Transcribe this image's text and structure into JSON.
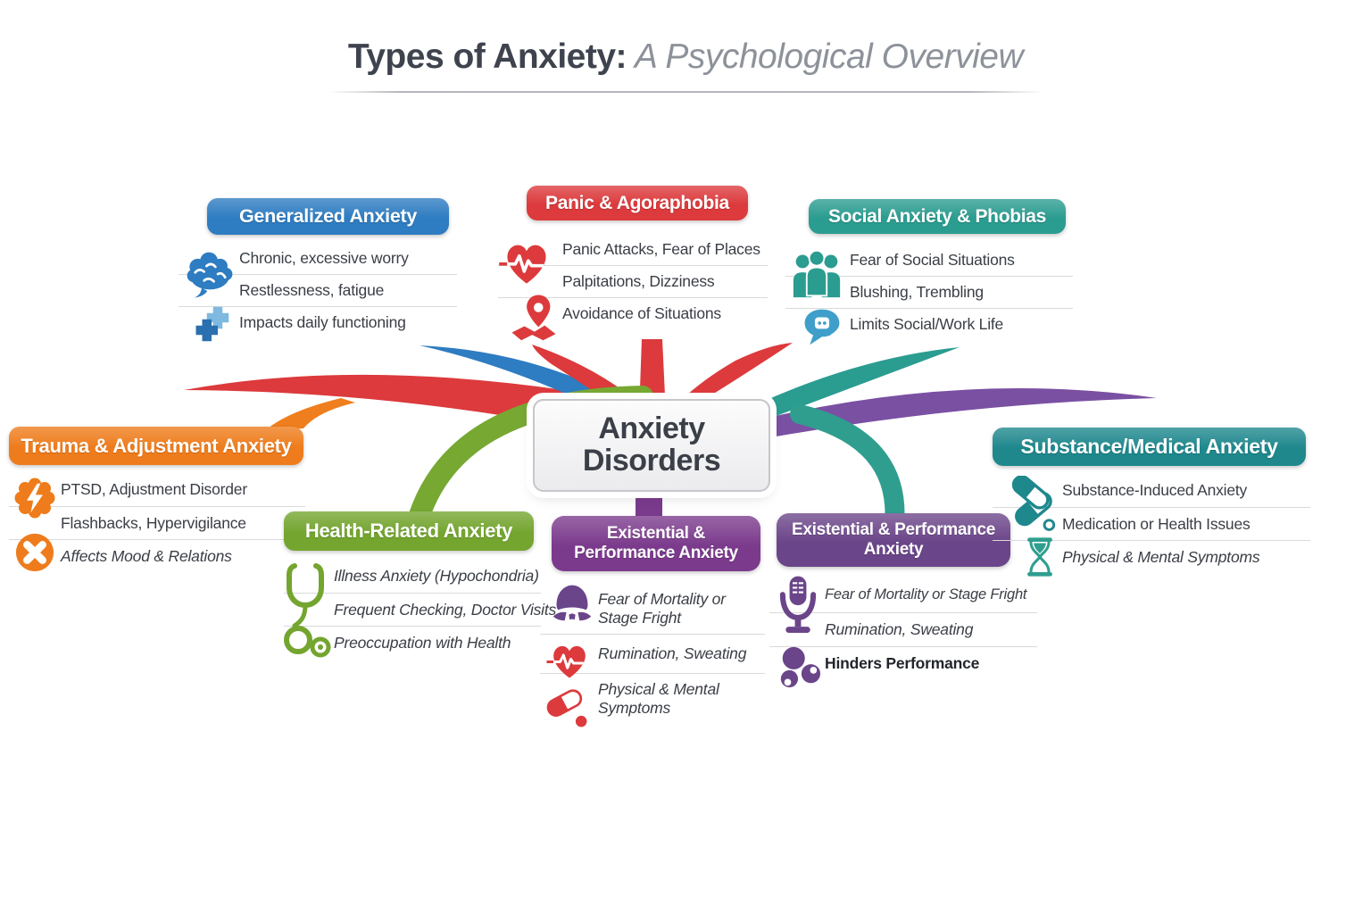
{
  "title": {
    "main": "Types of Anxiety:",
    "subtitle": " A Psychological Overview"
  },
  "center_node": {
    "line1": "Anxiety",
    "line2": "Disorders"
  },
  "branches": {
    "blue": "#2e7cc1",
    "red": "#dc3a3c",
    "orange": "#ef7e1e",
    "green": "#76a832",
    "teal_swoosh": "#2b9c90",
    "teal_arc": "#2f9e8f",
    "purple_swoosh": "#7a50a3",
    "purple_stem": "#7b3a8c"
  },
  "sections": {
    "generalized": {
      "header": "Generalized Anxiety",
      "color": "#2e7cc1",
      "items": [
        {
          "text": "Chronic, excessive worry",
          "icon": "brain-icon"
        },
        {
          "text": "Restlessness, fatigue",
          "icon": "brain-icon"
        },
        {
          "text": "Impacts daily functioning",
          "icon": "medical-cross-icon"
        }
      ]
    },
    "panic": {
      "header": "Panic & Agoraphobia",
      "color": "#dc3a3c",
      "items": [
        {
          "text": "Panic Attacks, Fear of Places",
          "icon": "heart-ekg-icon"
        },
        {
          "text": "Palpitations, Dizziness",
          "icon": "heart-ekg-icon"
        },
        {
          "text": "Avoidance of Situations",
          "icon": "map-pin-icon"
        }
      ]
    },
    "social": {
      "header": "Social Anxiety & Phobias",
      "color": "#2b9c90",
      "items": [
        {
          "text": "Fear of Social Situations",
          "icon": "people-group-icon"
        },
        {
          "text": "Blushing, Trembling",
          "icon": "people-group-icon"
        },
        {
          "text": "Limits Social/Work Life",
          "icon": "chat-bubble-icon"
        }
      ]
    },
    "trauma": {
      "header": "Trauma & Adjustment Anxiety",
      "color": "#ee7c1c",
      "items": [
        {
          "text": "PTSD, Adjustment Disorder",
          "icon": "lightning-burst-icon"
        },
        {
          "text": "Flashbacks, Hypervigilance",
          "icon": "lightning-burst-icon"
        },
        {
          "text": "Affects Mood & Relations",
          "icon": "x-circle-icon"
        }
      ]
    },
    "health": {
      "header": "Health-Related Anxiety",
      "color": "#74a52f",
      "items": [
        {
          "text": "Illness Anxiety (Hypochondria)",
          "icon": "stethoscope-icon"
        },
        {
          "text": "Frequent Checking, Doctor Visits",
          "icon": "stethoscope-icon"
        },
        {
          "text": "Preoccupation with Health",
          "icon": "stethoscope-icon"
        }
      ]
    },
    "existential_center": {
      "header": "Existential & Performance Anxiety",
      "color": "#7b3a8c",
      "items": [
        {
          "text": "Fear of Mortality or Stage Fright",
          "icon": "performer-mask-icon"
        },
        {
          "text": "Rumination, Sweating",
          "icon": "heart-ekg-icon"
        },
        {
          "text": "Physical & Mental Symptoms",
          "icon": "capsule-icon"
        }
      ]
    },
    "existential_right": {
      "header": "Existential & Performance Anxiety",
      "color": "#6b4589,",
      "color_fixed": "#6b4589",
      "items": [
        {
          "text": "Fear of Mortality or Stage Fright",
          "icon": "microphone-icon"
        },
        {
          "text": "Rumination, Sweating",
          "icon": "microphone-icon"
        },
        {
          "text": "Hinders Performance",
          "icon": "performance-blob-icon"
        }
      ]
    },
    "substance": {
      "header": "Substance/Medical Anxiety",
      "color": "#1e888d",
      "items": [
        {
          "text": "Substance-Induced Anxiety",
          "icon": "pills-icon"
        },
        {
          "text": "Medication or Health Issues",
          "icon": "pills-icon"
        },
        {
          "text": "Physical & Mental Symptoms",
          "icon": "hourglass-icon"
        }
      ]
    }
  }
}
